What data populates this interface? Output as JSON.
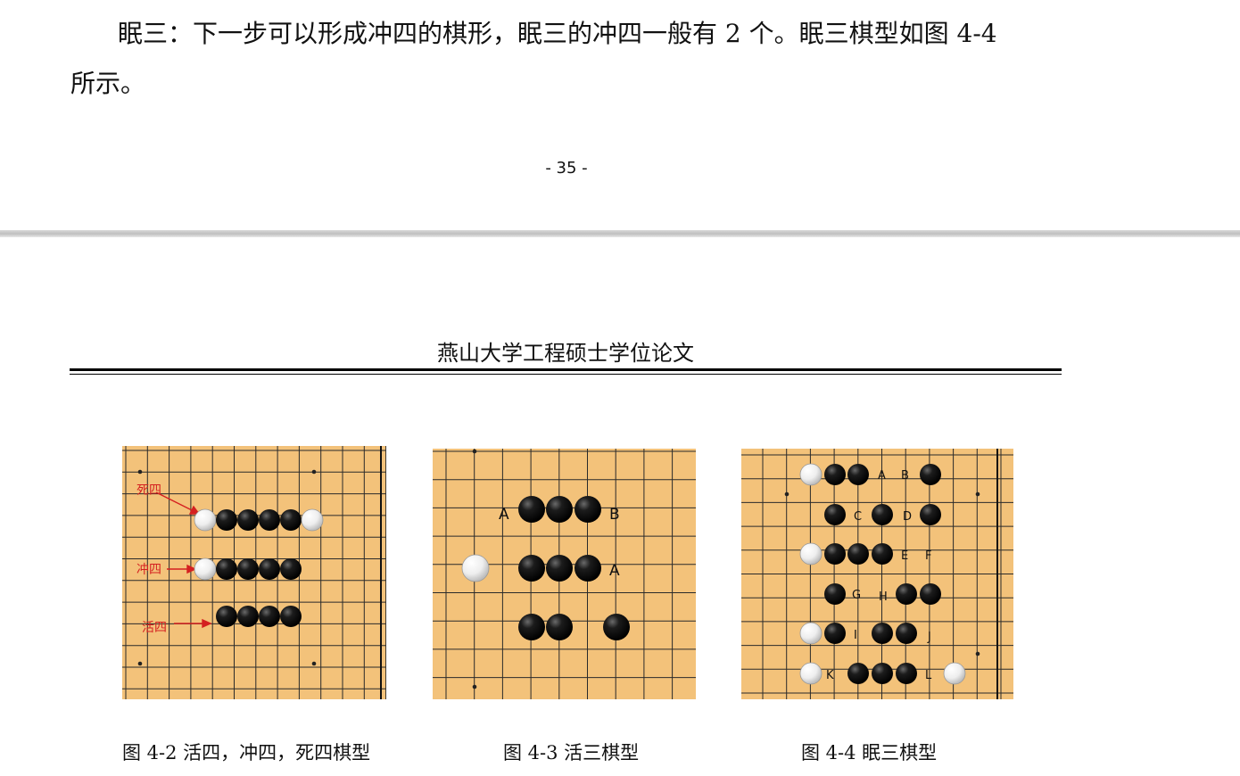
{
  "page1": {
    "paragraph_line1": "眠三：下一步可以形成冲四的棋形，眠三的冲四一般有 2 个。眠三棋型如图 4-4",
    "paragraph_line2": "所示。",
    "page_number": "- 35 -"
  },
  "page2": {
    "running_header": "燕山大学工程硕士学位论文",
    "figures": [
      {
        "caption": "图 4-2  活四，冲四，死四棋型",
        "annotations": [
          "死四",
          "冲四",
          "活四"
        ]
      },
      {
        "caption": "图 4-3  活三棋型",
        "labels": [
          "A",
          "B",
          "A"
        ]
      },
      {
        "caption": "图 4-4  眠三棋型",
        "labels": [
          "A",
          "B",
          "C",
          "D",
          "E",
          "F",
          "G",
          "H",
          "I",
          "J",
          "K",
          "L"
        ]
      }
    ]
  },
  "colors": {
    "board": "#f3c27a",
    "grid": "#2a2a2a",
    "annotation": "#d42020"
  }
}
